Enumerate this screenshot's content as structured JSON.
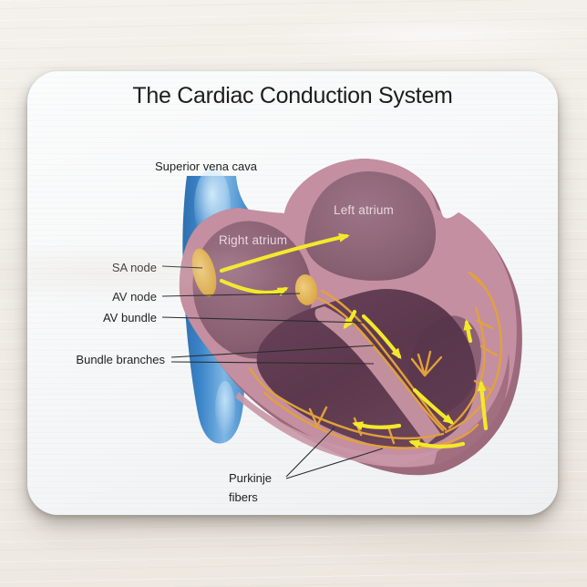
{
  "title": "The Cardiac Conduction System",
  "diagram": {
    "vessel_label": "Superior vena cava",
    "chamber_labels": {
      "right_atrium": "Right atrium",
      "left_atrium": "Left atrium"
    },
    "structure_labels": {
      "sa_node": "SA node",
      "av_node": "AV node",
      "av_bundle": "AV bundle",
      "bundle_branches": "Bundle branches",
      "purkinje_fibers": "Purkinje fibers"
    }
  },
  "colors": {
    "arrow_yellow": "#f3e92b",
    "fiber_orange": "#e2a13c",
    "node_gold": "#d69d35",
    "node_gold_light": "#efcd7e",
    "wall_pink": "#c48fa0",
    "wall_rim": "#9c6a7b",
    "cavity_dark": "#5c384d",
    "cavity_mid": "#7a5268",
    "cavity_light": "#9d7487",
    "vessel_blue": "#3c86c9",
    "vessel_blue_dark": "#2e6fae",
    "vessel_blue_light": "#cfe9fa",
    "title_text": "#1d1d1d",
    "label_text": "#1f1f1f",
    "chamber_label_text": "#eddde6",
    "pad_bg": "#f7f8f9",
    "desk_bg": "#f0ece6"
  }
}
